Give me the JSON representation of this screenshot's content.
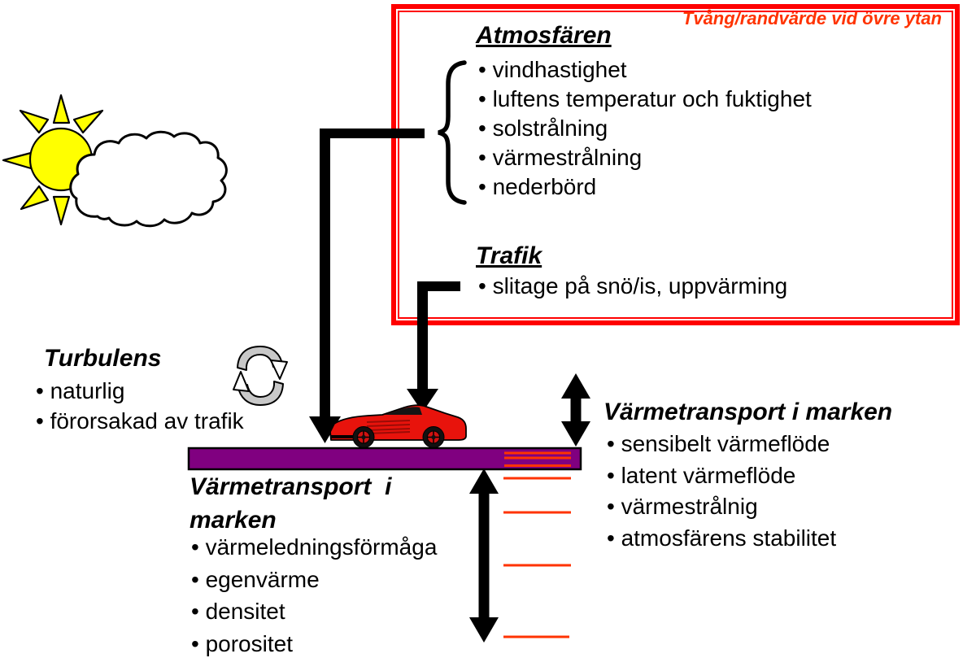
{
  "boundary_box": {
    "label": "Tvång/randvärde vid övre ytan"
  },
  "atmosphere": {
    "title": "Atmosfären",
    "items": [
      "• vindhastighet",
      "• luftens temperatur och fuktighet",
      "• solstrålning",
      "• värmestrålning",
      "• nederbörd"
    ]
  },
  "traffic": {
    "title": "Trafik",
    "items": [
      "• slitage på snö/is, uppvärming"
    ]
  },
  "turbulence": {
    "title": "Turbulens",
    "items": [
      "• naturlig",
      "• förorsakad av trafik"
    ]
  },
  "ground_transport_right": {
    "title": "Värmetransport i marken",
    "items": [
      "• sensibelt värmeflöde",
      "• latent värmeflöde",
      "• värmestrålnig",
      "• atmosfärens stabilitet"
    ]
  },
  "ground_transport_left": {
    "title_line1": "Värmetransport  i",
    "title_line2": "marken",
    "items": [
      "• värmeledningsförmåga",
      "• egenvärme",
      "• densitet",
      "• porositet"
    ]
  },
  "colors": {
    "box_border_red": "#ff0000",
    "accent_red": "#ff3300",
    "road_purple": "#800080",
    "sun_yellow": "#ffff00",
    "car_red": "#e8130c",
    "arrow_black": "#000000",
    "cycle_gray": "#c8c8c8"
  },
  "icons": {
    "sun": "sun-icon",
    "cloud": "cloud-icon",
    "turbulence": "cycle-arrows-icon",
    "car": "sports-car-icon"
  }
}
